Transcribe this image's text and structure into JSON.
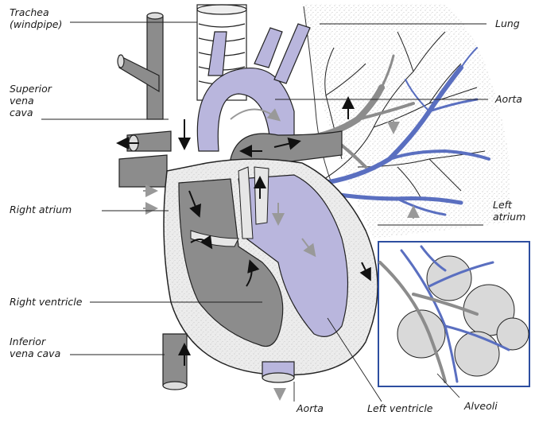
{
  "diagram": {
    "labels": {
      "trachea": "Trachea\n(windpipe)",
      "superior_vena_cava": "Superior\nvena\ncava",
      "right_atrium": "Right atrium",
      "right_ventricle": "Right ventricle",
      "inferior_vena_cava": "Inferior\nvena cava",
      "lung": "Lung",
      "aorta_top": "Aorta",
      "left_atrium": "Left\natrium",
      "aorta_bottom": "Aorta",
      "left_ventricle": "Left ventricle",
      "alveoli": "Alveoli"
    },
    "colors": {
      "deoxygenated": "#8c8c8c",
      "oxygenated": "#b9b6dd",
      "oxygenated_vessel": "#5a6fc0",
      "inset_border": "#2d4ea0",
      "outline": "#1a1a1a"
    }
  }
}
